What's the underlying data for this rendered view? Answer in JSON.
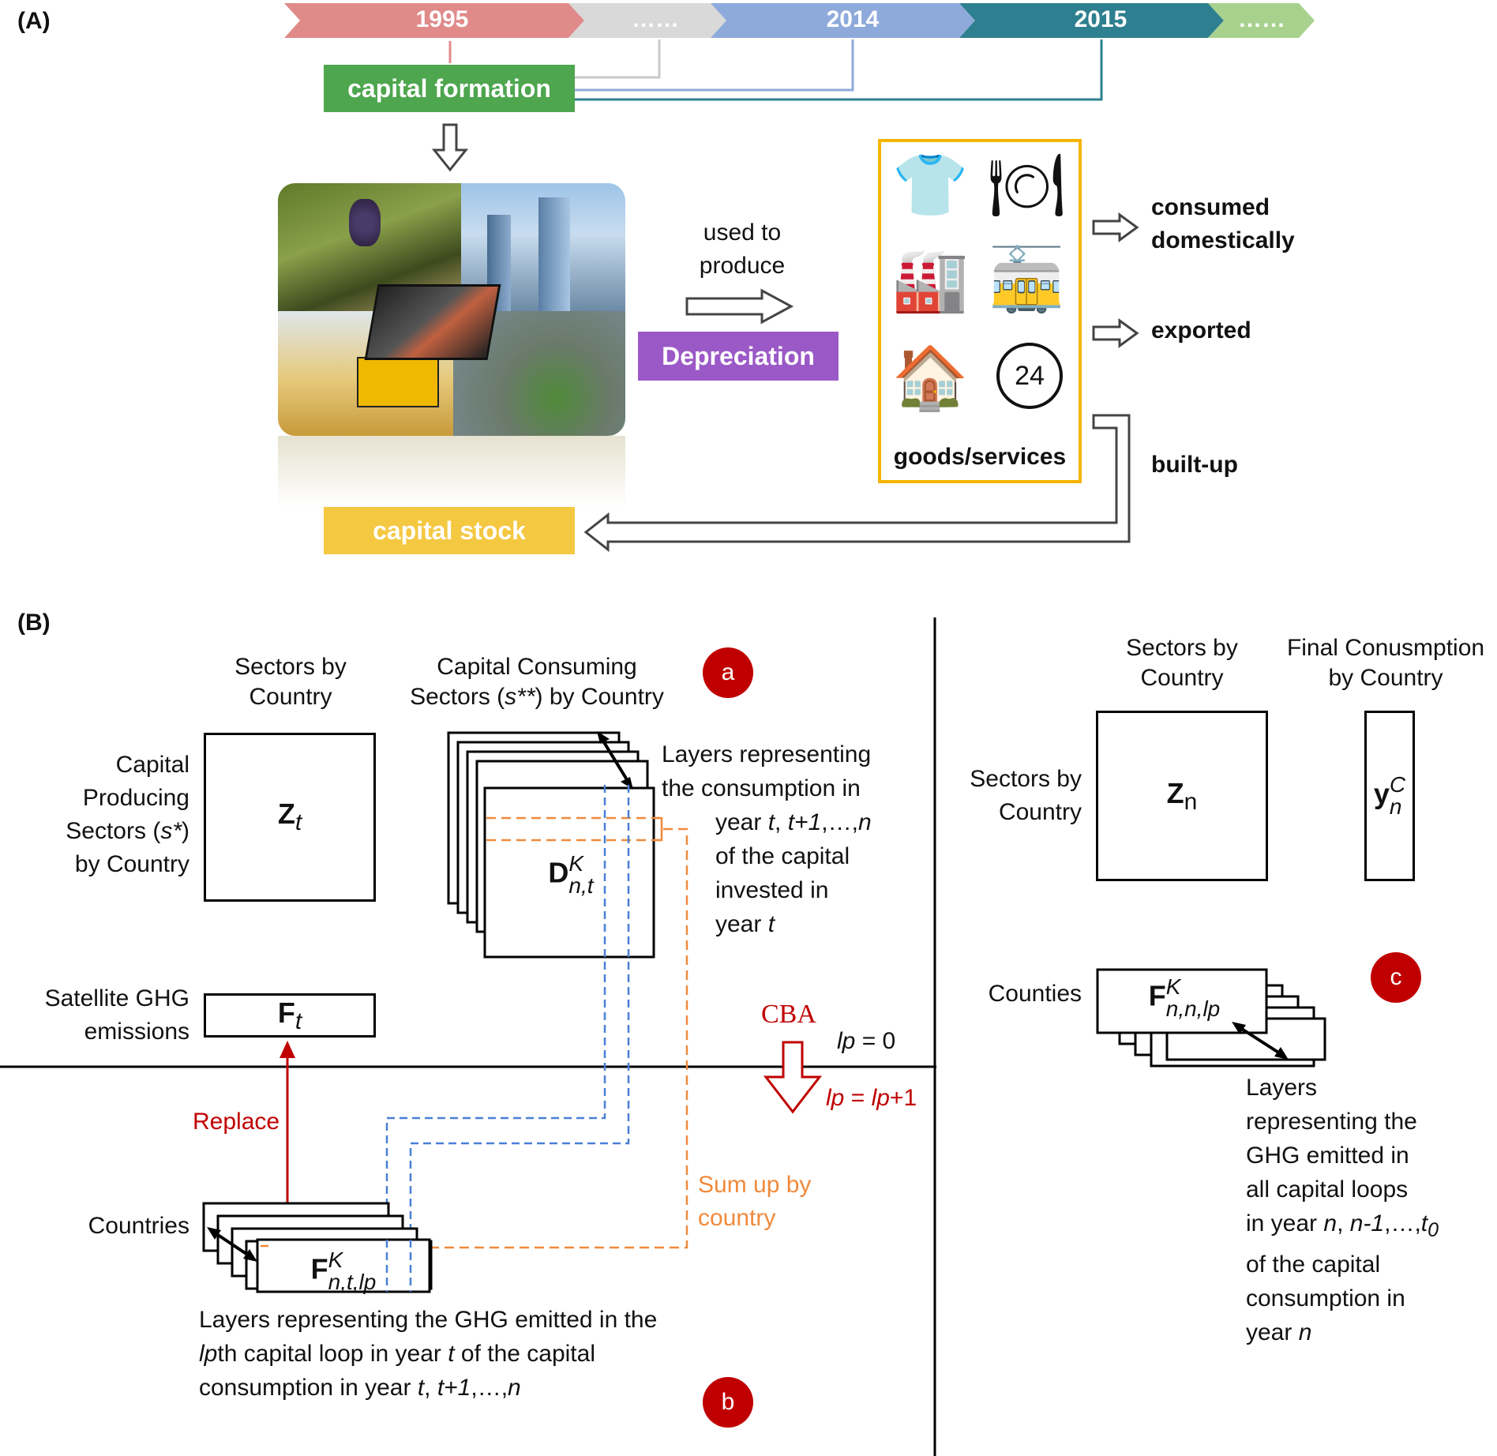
{
  "panel_a": {
    "label": "(A)",
    "timeline": [
      {
        "label": "1995",
        "color": "#e08a8a"
      },
      {
        "label": "……",
        "color": "#d4d4d4"
      },
      {
        "label": "2014",
        "color": "#8eaadb"
      },
      {
        "label": "2015",
        "color": "#2e7f8f"
      },
      {
        "label": "……",
        "color": "#a9d18e"
      }
    ],
    "capital_formation": "capital formation",
    "used_to": "used to",
    "produce": "produce",
    "depreciation": "Depreciation",
    "goods_services": "goods/services",
    "consumed": "consumed",
    "domestically": "domestically",
    "exported": "exported",
    "built_up": "built-up",
    "capital_stock": "capital stock",
    "icon_24": "24",
    "colors": {
      "capital_formation": "#4ea64e",
      "depreciation": "#9b59c7",
      "capital_stock": "#f5c842",
      "goods_border": "#f5b400"
    }
  },
  "panel_b": {
    "label": "(B)",
    "a": {
      "badge": "a",
      "sectors_by_country": [
        "Sectors by",
        "Country"
      ],
      "capital_consuming": [
        "Capital Consuming",
        "Sectors (",
        "s**",
        ") by Country"
      ],
      "capital_producing": [
        "Capital",
        "Producing",
        "Sectors (",
        "s*",
        ")",
        "by Country"
      ],
      "z_t": {
        "base": "Z",
        "sub": "t"
      },
      "d": {
        "base": "D",
        "sup": "K",
        "sub": "n,t"
      },
      "layers_text": [
        "Layers representing",
        "the consumption in",
        "year ",
        "t",
        ", ",
        "t+1",
        ",…,",
        "n",
        "of the capital",
        "invested in",
        "year ",
        "t"
      ],
      "satellite": [
        "Satellite GHG",
        "emissions"
      ],
      "f_t": {
        "base": "F",
        "sub": "t"
      }
    },
    "cba": "CBA",
    "lp0": [
      "lp",
      " = 0"
    ],
    "lp1": [
      "lp",
      " = ",
      "lp",
      "+1"
    ],
    "b": {
      "badge": "b",
      "replace": "Replace",
      "countries": "Countries",
      "sum_up": [
        "Sum up by",
        "country"
      ],
      "f": {
        "base": "F",
        "sup": "K",
        "sub": "n,t,lp"
      },
      "layers_text": [
        "Layers representing the GHG emitted in the",
        "lp",
        "th capital loop in year ",
        "t",
        " of the capital",
        "consumption in year ",
        "t",
        ", ",
        "t+1",
        ",…,",
        "n"
      ]
    },
    "c": {
      "badge": "c",
      "sectors_by_country_top": [
        "Sectors by",
        "Country"
      ],
      "final_consumption": [
        "Final Conusmption",
        "by Country"
      ],
      "sectors_by_country_left": [
        "Sectors by",
        "Country"
      ],
      "z_n": {
        "base": "Z",
        "sub": "n"
      },
      "y": {
        "base": "y",
        "sup": "C",
        "sub": "n"
      },
      "counties": "Counties",
      "f": {
        "base": "F",
        "sup": "K",
        "sub": "n,n,lp"
      },
      "layers_text": [
        "Layers",
        "representing the",
        "GHG emitted in",
        "all capital loops",
        "in year ",
        "n",
        ", ",
        "n-1",
        ",…,",
        "t",
        "0",
        "of the capital",
        "consumption in",
        "year ",
        "n"
      ]
    }
  }
}
